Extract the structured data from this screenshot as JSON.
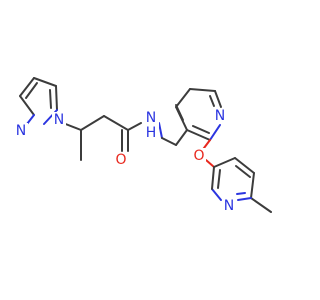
{
  "molecule": {
    "atoms": {
      "pyrazole_n_bottom": {
        "label": "N",
        "color": "#2b35e0"
      },
      "pyrazole_n_attached": {
        "label": "N",
        "color": "#2b35e0"
      },
      "carbonyl_o": {
        "label": "O",
        "color": "#e8281e"
      },
      "amide_nh": {
        "label": "N",
        "sub": "H",
        "color": "#2b35e0"
      },
      "pyridine_n_upper": {
        "label": "N",
        "color": "#2b35e0"
      },
      "ether_o": {
        "label": "O",
        "color": "#e8281e"
      },
      "pyridine_n_lower": {
        "label": "N",
        "color": "#2b35e0"
      }
    },
    "colors": {
      "carbon_bond": "#3c3c3c",
      "nitrogen": "#2b35e0",
      "oxygen": "#e8281e",
      "background": "#ffffff"
    }
  }
}
